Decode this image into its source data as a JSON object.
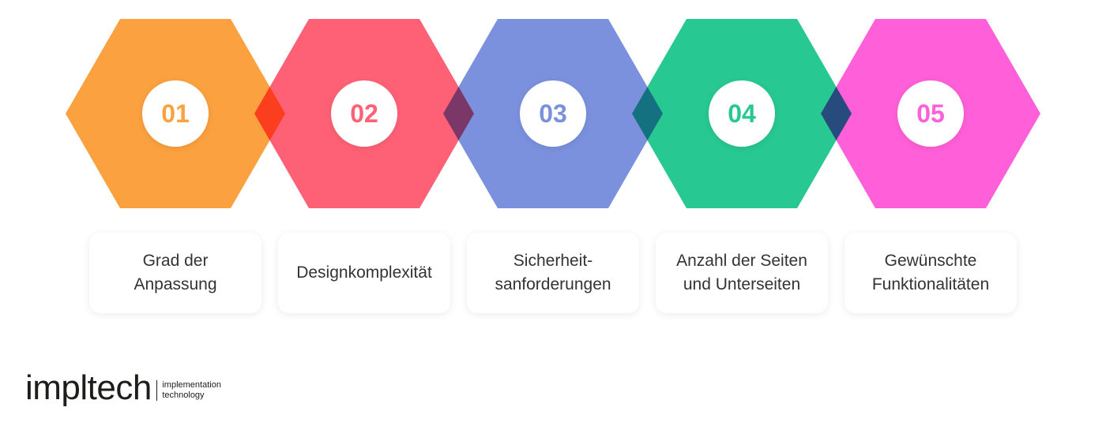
{
  "steps": [
    {
      "number": "01",
      "label": "Grad der\nAnpassung",
      "color": "#FBA13F"
    },
    {
      "number": "02",
      "label": "Designkomplexität",
      "color": "#FE6176"
    },
    {
      "number": "03",
      "label": "Sicherheit-\nsanforderungen",
      "color": "#7B91DE"
    },
    {
      "number": "04",
      "label": "Anzahl der Seiten\nund Unterseiten",
      "color": "#28C893"
    },
    {
      "number": "05",
      "label": "Gewünschte\nFunktionalitäten",
      "color": "#FF5FD8"
    }
  ],
  "logo": {
    "wordmark": "impltech",
    "tagline_line1": "implementation",
    "tagline_line2": "technology"
  }
}
